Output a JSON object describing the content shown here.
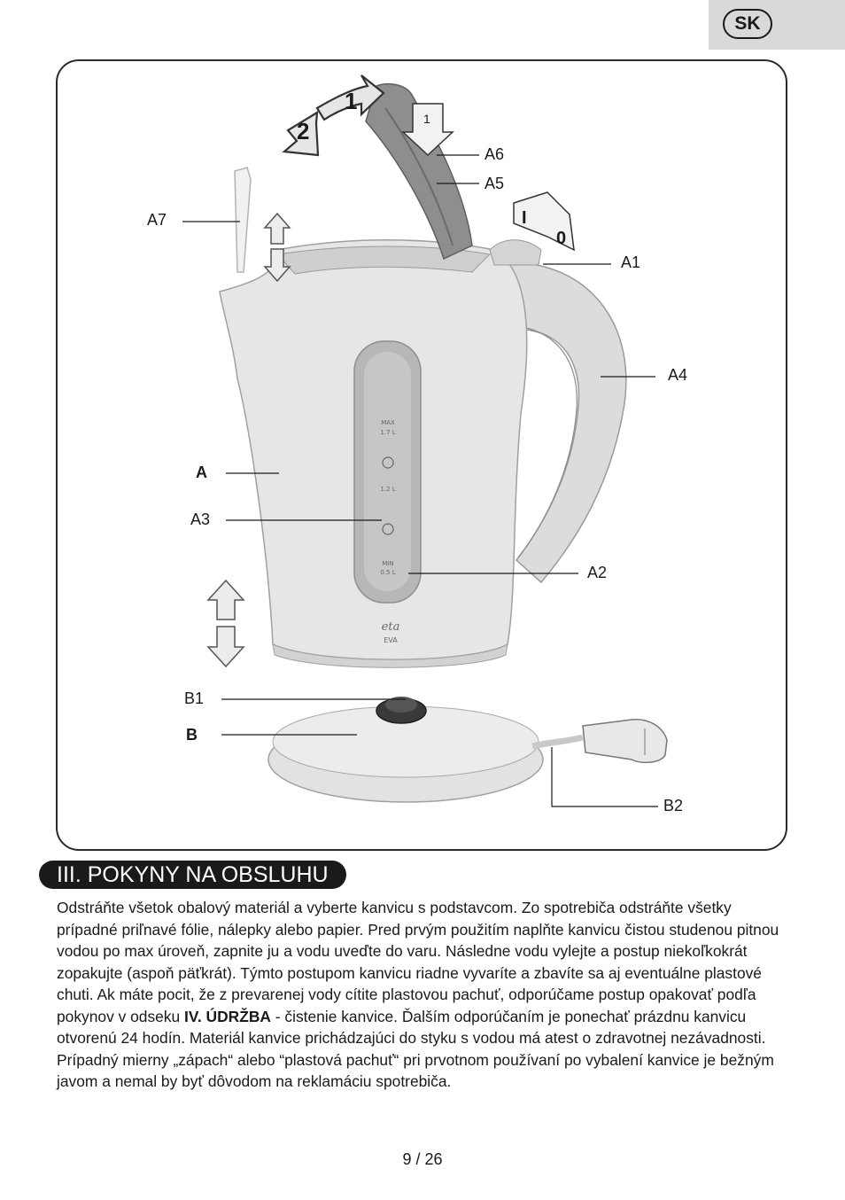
{
  "lang_badge": "SK",
  "figure": {
    "callouts": {
      "A": "A",
      "A1": "A1",
      "A2": "A2",
      "A3": "A3",
      "A4": "A4",
      "A5": "A5",
      "A6": "A6",
      "A7": "A7",
      "B": "B",
      "B1": "B1",
      "B2": "B2"
    },
    "arrow_numbers": {
      "one": "1",
      "two": "2",
      "lid_down": "1"
    },
    "switch_marks": {
      "on": "I",
      "off": "0"
    },
    "gauge_marks": {
      "max": "MAX",
      "max_vol": "1.7 L",
      "mid": "1.2 L",
      "min": "MIN",
      "min_vol": "0.5 L"
    },
    "brand": {
      "logo": "eta",
      "model": "EVA"
    }
  },
  "section": {
    "heading": "III. POKYNY NA OBSLUHU",
    "paragraph_part1": "Odstráňte všetok obalový materiál a vyberte kanvicu s podstavcom. Zo spotrebiča odstráňte všetky prípadné priľnavé fólie, nálepky alebo papier. Pred prvým použitím naplňte kanvicu čistou studenou pitnou vodou po max úroveň, zapnite ju a vodu uveďte do varu. Následne vodu vylejte a postup niekoľkokrát zopakujte (aspoň päťkrát). Týmto postupom kanvicu riadne vyvaríte a zbavíte sa aj eventuálne plastové chuti. Ak máte pocit, že z prevarenej vody cítite plastovou pachuť, odporúčame postup opakovať podľa pokynov v odseku ",
    "paragraph_bold": "IV. ÚDRŽBA",
    "paragraph_part2": " - čistenie kanvice. Ďalším odporúčaním je ponechať prázdnu kanvicu otvorenú 24 hodín. Materiál kanvice prichádzajúci do styku s vodou má atest o zdravotnej nezávadnosti. Prípadný mierny „zápach“ alebo “plastová pachuť“ pri prvotnom používaní po vybalení kanvice je bežným javom a nemal by byť dôvodom na reklamáciu spotrebiča."
  },
  "footer": {
    "page": "9  / 26"
  }
}
